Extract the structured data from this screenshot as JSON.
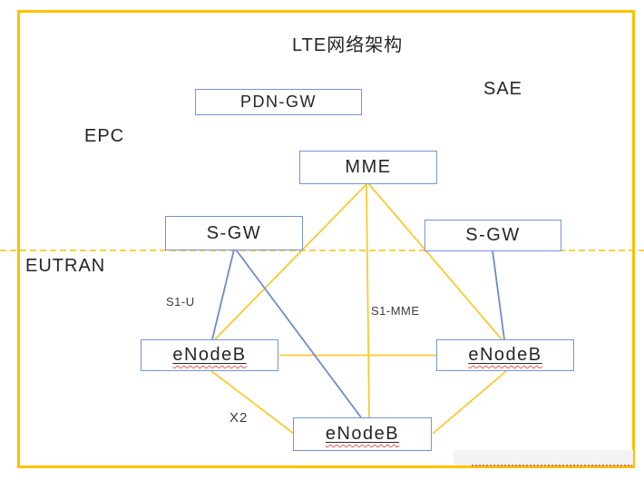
{
  "title": "LTE网络架构",
  "region_labels": {
    "sae": "SAE",
    "epc": "EPC",
    "eutran": "EUTRAN"
  },
  "nodes": {
    "pdn_gw": {
      "label": "PDN-GW"
    },
    "mme": {
      "label": "MME"
    },
    "sgw_left": {
      "label": "S-GW"
    },
    "sgw_right": {
      "label": "S-GW"
    },
    "enodeb_left": {
      "label": "eNodeB"
    },
    "enodeb_right": {
      "label": "eNodeB"
    },
    "enodeb_bottom": {
      "label": "eNodeB"
    }
  },
  "edge_labels": {
    "s1_u": "S1-U",
    "s1_mme": "S1-MME",
    "x2": "X2"
  },
  "edges": [
    {
      "from": "mme",
      "to": "enodeb_left",
      "style": "yellow"
    },
    {
      "from": "mme",
      "to": "enodeb_bottom",
      "style": "yellow",
      "label": "S1-MME"
    },
    {
      "from": "mme",
      "to": "enodeb_right",
      "style": "yellow"
    },
    {
      "from": "sgw_left",
      "to": "enodeb_left",
      "style": "blue",
      "label": "S1-U"
    },
    {
      "from": "sgw_left",
      "to": "enodeb_bottom",
      "style": "blue"
    },
    {
      "from": "sgw_right",
      "to": "enodeb_right",
      "style": "blue"
    },
    {
      "from": "enodeb_left",
      "to": "enodeb_right",
      "style": "yellow"
    },
    {
      "from": "enodeb_left",
      "to": "enodeb_bottom",
      "style": "yellow",
      "label": "X2"
    },
    {
      "from": "enodeb_right",
      "to": "enodeb_bottom",
      "style": "yellow"
    }
  ],
  "colors": {
    "accent_orange": "#FFC000",
    "line_yellow": "#FFC831",
    "line_blue": "#7289CB",
    "box_border_blue": "#7394DB",
    "text_dark": "#262626",
    "spellcheck_red": "#E05C4B"
  }
}
